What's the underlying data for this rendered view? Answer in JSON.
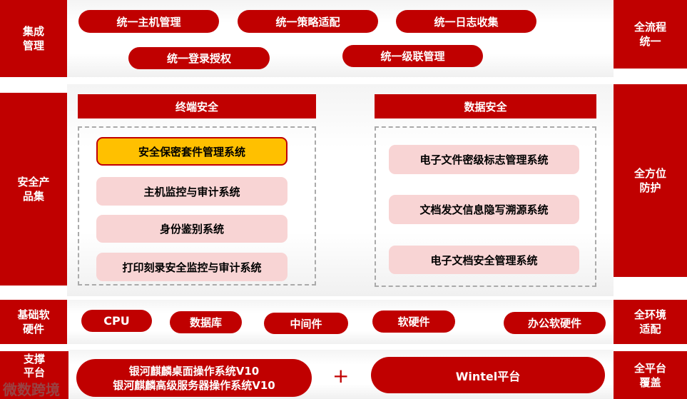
{
  "rows": [
    {
      "label": "集成\n管理",
      "right": "全流程\n统一",
      "items": [
        "统一主机管理",
        "统一策略适配",
        "统一日志收集",
        "统一登录授权",
        "统一级联管理"
      ]
    },
    {
      "label": "安全产\n品集",
      "right": "全方位\n防护",
      "terminal": {
        "title": "终端安全",
        "items": [
          "安全保密套件管理系统",
          "主机监控与审计系统",
          "身份鉴别系统",
          "打印刻录安全监控与审计系统"
        ]
      },
      "data": {
        "title": "数据安全",
        "items": [
          "电子文件密级标志管理系统",
          "文档发文信息隐写溯源系统",
          "电子文档安全管理系统"
        ]
      }
    },
    {
      "label": "基础软\n硬件",
      "right": "全环境\n适配",
      "items": [
        "CPU",
        "数据库",
        "中间件",
        "软硬件",
        "办公软硬件"
      ]
    },
    {
      "label": "支撑\n平台",
      "right": "全平台\n覆盖",
      "os": "银河麒麟桌面操作系统V10\n银河麒麟高级服务器操作系统V10",
      "plus": "+",
      "wintel": "Wintel平台"
    }
  ],
  "watermark": "微数跨境",
  "colors": {
    "primary": "#c00000",
    "highlight": "#ffc000",
    "item_bg": "#f8d4d4"
  }
}
